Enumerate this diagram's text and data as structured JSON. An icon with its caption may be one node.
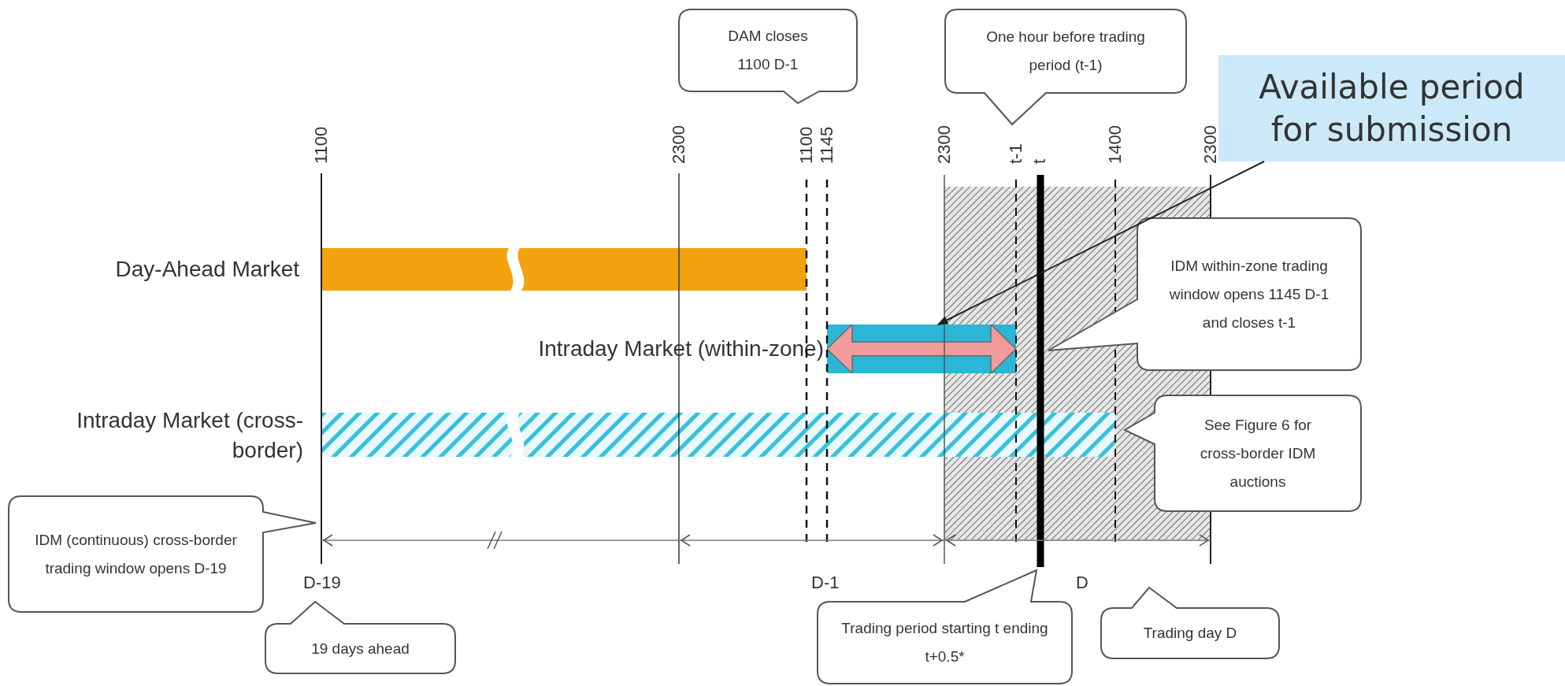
{
  "diagram": {
    "nodes": [
      {
        "text": [
          "DAM closes 1100 D-1"
        ]
      },
      {
        "text": [
          "One hour before trading period (t-1)"
        ]
      },
      {
        "text": [
          "Available period for submission"
        ]
      },
      {
        "text": [
          "IDM within-zone trading window opens 1145 D-1 and closes t-1"
        ]
      },
      {
        "text": [],
        "shape": "arrow",
        "in": 11
      },
      {
        "text": [
          "See Figure 6 for cross-border IDM auctions"
        ]
      },
      {
        "text": [
          "IDM (continuous) cross-border trading window opens D-19"
        ]
      },
      {
        "text": [
          "19 days ahead"
        ]
      },
      {
        "text": [
          "Trading period starting t ending t+0.5*"
        ]
      },
      {
        "text": [
          "Trading day D"
        ]
      },
      {
        "text": [],
        "shape": "bar",
        "beside": [
          "Day-Ahead Market"
        ]
      },
      {
        "text": [],
        "shape": "bar",
        "beside": [
          "Intraday Market (within-zone)"
        ]
      },
      {
        "text": [],
        "shape": "bar",
        "beside": [
          "Intraday Market (cross-border)"
        ]
      }
    ],
    "edges": [
      {
        "from": 2,
        "to": 4,
        "arrow": "to"
      }
    ],
    "labels": [
      "1100",
      "2300",
      "1100",
      "1145",
      "2300",
      "t-1",
      "t",
      "1400",
      "2300",
      "D-19",
      "D-1",
      "D"
    ]
  }
}
